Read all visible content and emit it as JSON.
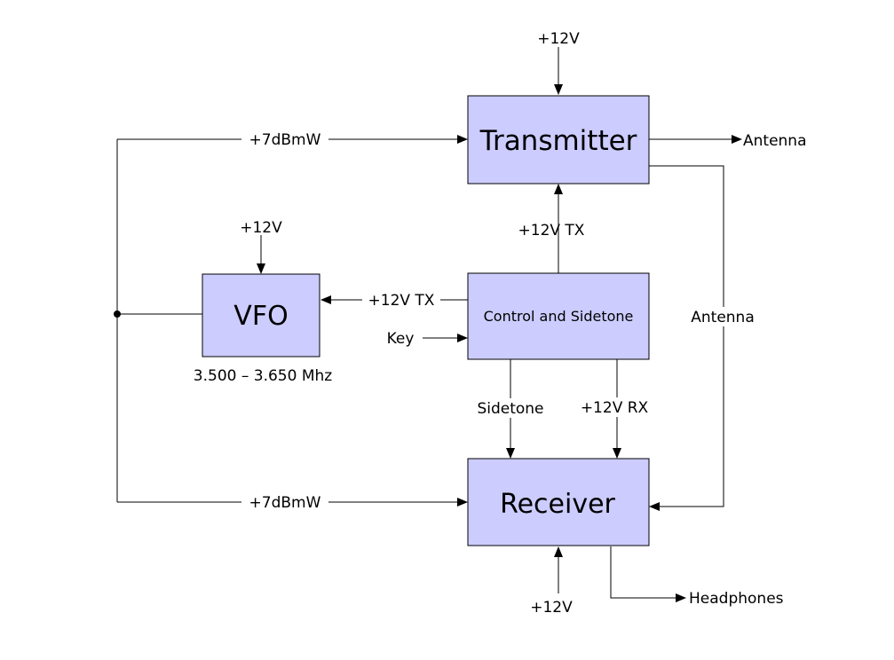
{
  "blocks": {
    "transmitter": "Transmitter",
    "vfo": "VFO",
    "control": "Control and Sidetone",
    "receiver": "Receiver"
  },
  "labels": {
    "tx_power_top": "+12V",
    "vfo_power": "+12V",
    "rx_power_bottom": "+12V",
    "vfo_to_tx_level": "+7dBmW",
    "vfo_to_rx_level": "+7dBmW",
    "control_to_tx": "+12V TX",
    "control_to_vfo": "+12V TX",
    "key_input": "Key",
    "sidetone": "Sidetone",
    "control_to_rx": "+12V RX",
    "antenna_out": "Antenna",
    "antenna_link": "Antenna",
    "headphones": "Headphones",
    "vfo_range": "3.500 – 3.650 Mhz"
  },
  "colors": {
    "block_fill": "#ccccff",
    "line": "#000000"
  }
}
